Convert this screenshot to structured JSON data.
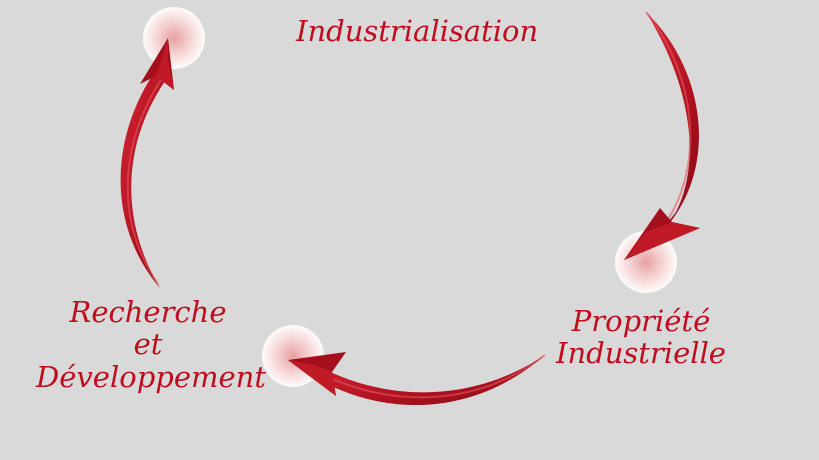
{
  "diagram": {
    "nodes": [
      {
        "id": "industrialisation",
        "lines": [
          "Industrialisation"
        ]
      },
      {
        "id": "propriete",
        "lines": [
          "Propriété",
          "Industrielle"
        ]
      },
      {
        "id": "recherche",
        "lines": [
          "Recherche",
          "et",
          "Développement"
        ]
      }
    ],
    "flow": [
      {
        "from": "industrialisation",
        "to": "propriete"
      },
      {
        "from": "propriete",
        "to": "recherche"
      },
      {
        "from": "recherche",
        "to": "industrialisation"
      }
    ],
    "colors": {
      "background": "#d9d9d9",
      "text": "#c00d1e",
      "arrow": "#b0111f",
      "arrow_dark": "#7d0a14",
      "glow": "#f6d3d3"
    }
  }
}
